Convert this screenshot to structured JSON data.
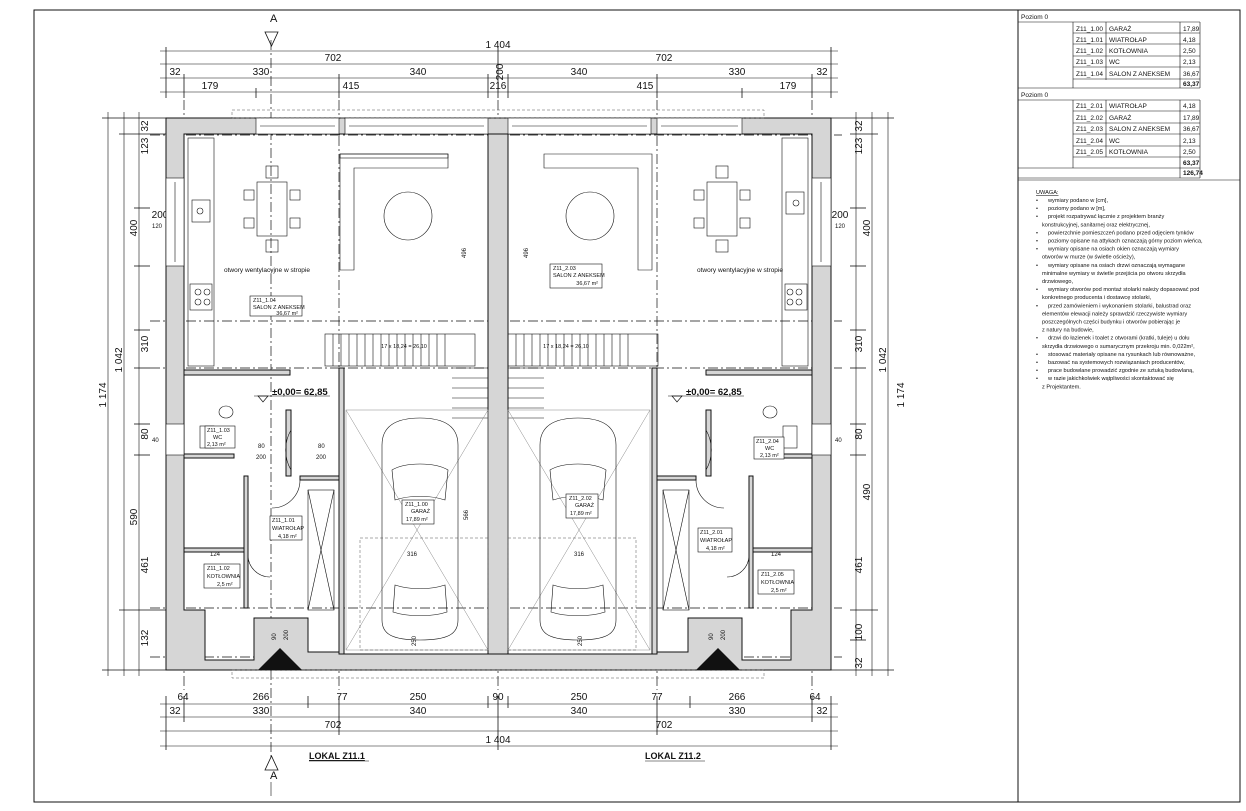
{
  "dims": {
    "top_total": "1 404",
    "top_half_left": "702",
    "top_half_right": "702",
    "top_row2": [
      "32",
      "330",
      "340",
      "200",
      "340",
      "330",
      "32"
    ],
    "top_row3": [
      "179",
      "415",
      "216",
      "415",
      "179"
    ],
    "bottom_row1": [
      "64",
      "266",
      "77",
      "250",
      "90",
      "250",
      "77",
      "266",
      "64"
    ],
    "bottom_row2": [
      "32",
      "330",
      "340",
      "340",
      "330",
      "32"
    ],
    "bottom_half_left": "702",
    "bottom_half_right": "702",
    "bottom_total": "1 404",
    "left_total": "1 174",
    "left_mid": "1 042",
    "left_upper": "400",
    "left_lower": "590",
    "left_stack": [
      "32",
      "123",
      "200",
      "310",
      "80",
      "461",
      "132"
    ],
    "right_total": "1 174",
    "right_mid": "1 042",
    "right_upper": "400",
    "right_lower": "490",
    "right_stack": [
      "32",
      "123",
      "200",
      "310",
      "80",
      "461",
      "100",
      "32"
    ],
    "misc": [
      "80",
      "200",
      "80",
      "200",
      "124",
      "124",
      "316",
      "316",
      "496",
      "496",
      "566",
      "250",
      "250",
      "90",
      "200",
      "90",
      "200",
      "120",
      "120",
      "40",
      "40"
    ]
  },
  "annotations": {
    "vents_left": "otwory wentylacyjne w stropie",
    "vents_right": "otwory wentylacyjne w stropie",
    "stairs_left": "17 x 18,24 = 26,10",
    "stairs_right": "17 x 18,24 = 26,10",
    "elevation_left": "±0,00= 62,85",
    "elevation_right": "±0,00= 62,85",
    "section_marker": "A"
  },
  "rooms": [
    {
      "code": "Z11_1.04",
      "name": "SALON Z ANEKSEM",
      "area": "36,67 m²"
    },
    {
      "code": "Z11_2.03",
      "name": "SALON Z ANEKSEM",
      "area": "36,67 m²"
    },
    {
      "code": "Z11_1.03",
      "name": "WC",
      "area": "2,13 m²"
    },
    {
      "code": "Z11_2.04",
      "name": "WC",
      "area": "2,13 m²"
    },
    {
      "code": "Z11_1.00",
      "name": "GARAŻ",
      "area": "17,89 m²"
    },
    {
      "code": "Z11_2.02",
      "name": "GARAŻ",
      "area": "17,89 m²"
    },
    {
      "code": "Z11_1.01",
      "name": "WIATROŁAP",
      "area": "4,18 m²"
    },
    {
      "code": "Z11_2.01",
      "name": "WIATROŁAP",
      "area": "4,18 m²"
    },
    {
      "code": "Z11_1.02",
      "name": "KOTŁOWNIA",
      "area": "2,5 m²"
    },
    {
      "code": "Z11_2.05",
      "name": "KOTŁOWNIA",
      "area": "2,5 m²"
    }
  ],
  "units": {
    "left": "LOKAL Z11.1",
    "right": "LOKAL Z11.2"
  },
  "table": {
    "groups": [
      {
        "level": "Poziom 0",
        "rows": [
          {
            "code": "Z11_1.00",
            "name": "GARAŻ",
            "area": "17,89"
          },
          {
            "code": "Z11_1.01",
            "name": "WIATROŁAP",
            "area": "4,18"
          },
          {
            "code": "Z11_1.02",
            "name": "KOTŁOWNIA",
            "area": "2,50"
          },
          {
            "code": "Z11_1.03",
            "name": "WC",
            "area": "2,13"
          },
          {
            "code": "Z11_1.04",
            "name": "SALON Z ANEKSEM",
            "area": "36,67"
          }
        ],
        "sum": "63,37"
      },
      {
        "level": "Poziom 0",
        "rows": [
          {
            "code": "Z11_2.01",
            "name": "WIATROŁAP",
            "area": "4,18"
          },
          {
            "code": "Z11_2.02",
            "name": "GARAŻ",
            "area": "17,89"
          },
          {
            "code": "Z11_2.03",
            "name": "SALON Z ANEKSEM",
            "area": "36,67"
          },
          {
            "code": "Z11_2.04",
            "name": "WC",
            "area": "2,13"
          },
          {
            "code": "Z11_2.05",
            "name": "KOTŁOWNIA",
            "area": "2,50"
          }
        ],
        "sum": "63,37"
      }
    ],
    "total": "126,74"
  },
  "notes": {
    "heading": "UWAGA:",
    "lines": [
      "wymiary podano w [cm],",
      "poziomy podano w [m],",
      "projekt rozpatrywać łącznie z projektem branży",
      "konstrukcyjnej, sanitarnej oraz elektrycznej,",
      "powierzchnie pomieszczeń podano przed odjęciem tynków",
      "poziomy opisane na attykach oznaczają górny poziom wieńca,",
      "wymiary opisane na osiach okien oznaczają wymiary",
      "otworów w murze (w świetle ościeży),",
      "wymiary opisane na osiach drzwi oznaczają wymagane",
      "minimalne wymiary w świetle przejścia po otworu skrzydła",
      "drzwiowego,",
      "wymiary otworów pod montaż stolarki należy dopasować pod",
      "konkretnego producenta i dostawcę stolarki,",
      "przed zamówieniem i wykonaniem stolarki, balustrad oraz",
      "elementów elewacji należy sprawdzić rzeczywiste wymiary",
      "poszczególnych części budynku i otworów pobierając je",
      "z natury na budowie,",
      "drzwi do łazienek i toalet z otworami (kratki, tuleje) u dołu",
      "skrzydła drzwiowego o sumarycznym przekroju min. 0,022m²,",
      "stosować materiały opisane na rysunkach lub równoważne,",
      "bazować na systemowych rozwiązaniach producentów,",
      "prace budowlane prowadzić zgodnie ze sztuką budowlaną,",
      "w razie jakichkolwiek wątpliwości skontaktować się",
      "z Projektantem."
    ]
  }
}
